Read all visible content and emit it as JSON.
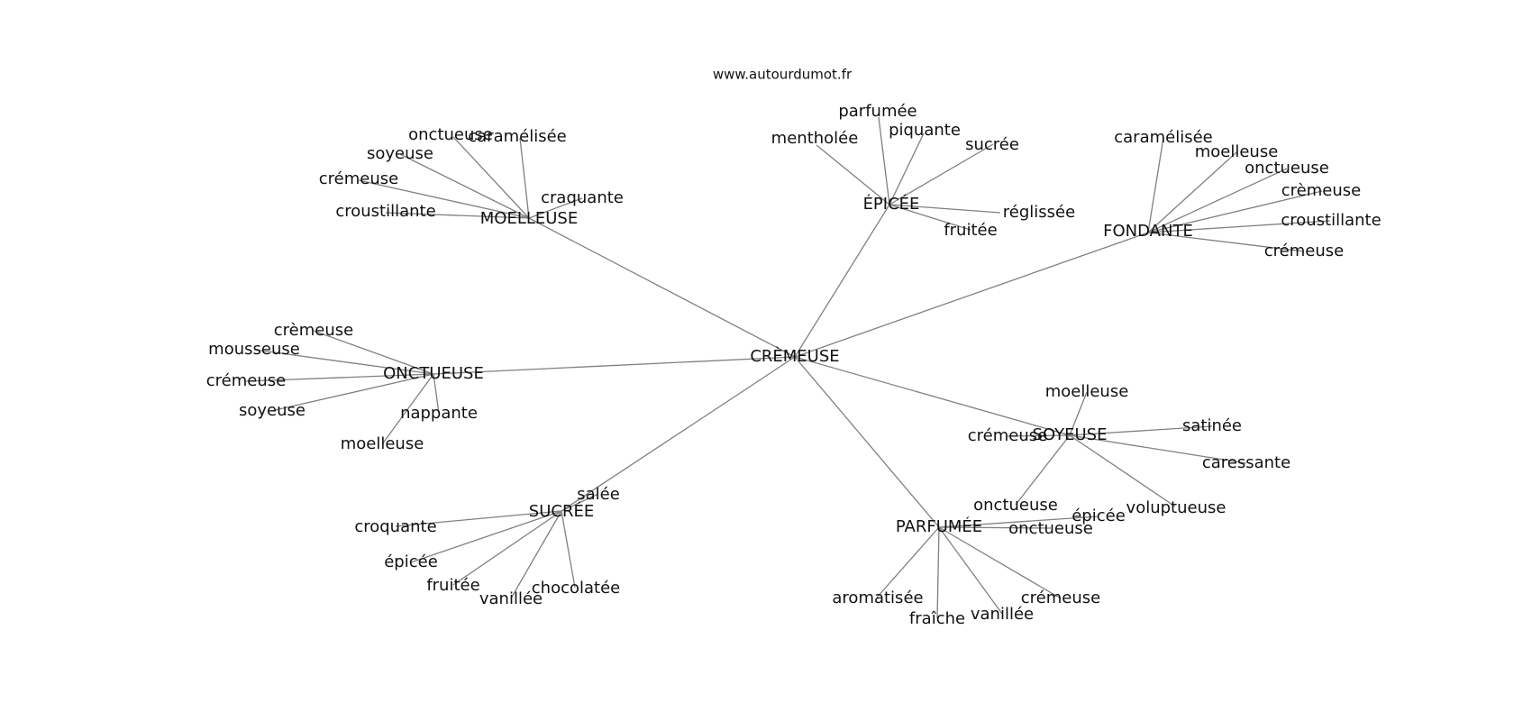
{
  "credit": "www.autourdumot.fr",
  "center": {
    "label": "CRÈMEUSE"
  },
  "clusters": [
    {
      "label": "MOELLEUSE",
      "leaves": [
        "croustillante",
        "crémeuse",
        "soyeuse",
        "onctueuse",
        "caramélisée",
        "craquante"
      ]
    },
    {
      "label": "ÉPICÉE",
      "leaves": [
        "mentholée",
        "parfumée",
        "piquante",
        "sucrée",
        "réglissée",
        "fruitée"
      ]
    },
    {
      "label": "FONDANTE",
      "leaves": [
        "caramélisée",
        "moelleuse",
        "onctueuse",
        "crèmeuse",
        "croustillante",
        "crémeuse"
      ]
    },
    {
      "label": "ONCTUEUSE",
      "leaves": [
        "crèmeuse",
        "mousseuse",
        "crémeuse",
        "soyeuse",
        "moelleuse",
        "nappante"
      ]
    },
    {
      "label": "SOYEUSE",
      "leaves": [
        "moelleuse",
        "satinée",
        "caressante",
        "voluptueuse",
        "onctueuse",
        "crémeuse"
      ]
    },
    {
      "label": "SUCRÉE",
      "leaves": [
        "salée",
        "croquante",
        "épicée",
        "fruitée",
        "vanillée",
        "chocolatée"
      ]
    },
    {
      "label": "PARFUMÉE",
      "leaves": [
        "épicée",
        "onctueuse",
        "crémeuse",
        "vanillée",
        "fraîche",
        "aromatisée"
      ]
    }
  ]
}
